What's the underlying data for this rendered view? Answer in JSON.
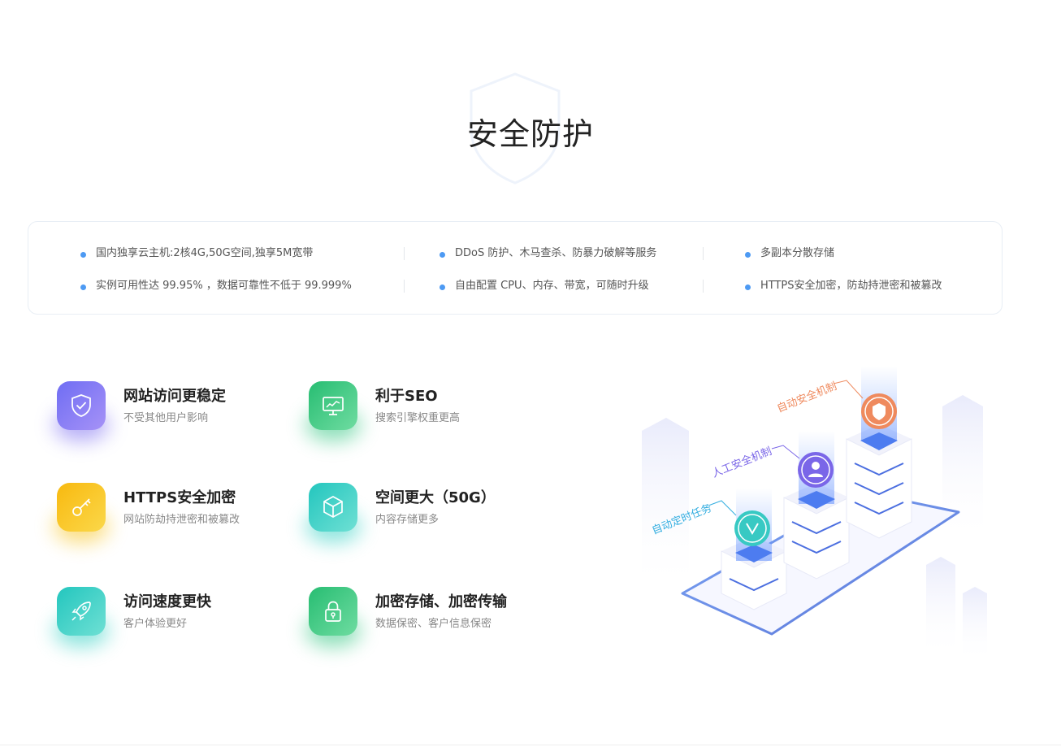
{
  "section": {
    "title": "安全防护"
  },
  "specs": [
    "国内独享云主机:2核4G,50G空间,独享5M宽带",
    "DDoS 防护、木马查杀、防暴力破解等服务",
    "多副本分散存储",
    "实例可用性达 99.95% ，数据可靠性不低于 99.999%",
    "自由配置 CPU、内存、带宽，可随时升级",
    "HTTPS安全加密，防劫持泄密和被篡改"
  ],
  "features": [
    {
      "title": "网站访问更稳定",
      "desc": "不受其他用户影响",
      "icon": "shield-check-icon",
      "color": "#7b6cf0"
    },
    {
      "title": "利于SEO",
      "desc": "搜索引擎权重更高",
      "icon": "monitor-chart-icon",
      "color": "#2dc47e"
    },
    {
      "title": "HTTPS安全加密",
      "desc": "网站防劫持泄密和被篡改",
      "icon": "key-icon",
      "color": "#f7c21a"
    },
    {
      "title": "空间更大（50G）",
      "desc": "内容存储更多",
      "icon": "cube-icon",
      "color": "#2fcfc2"
    },
    {
      "title": "访问速度更快",
      "desc": "客户体验更好",
      "icon": "rocket-icon",
      "color": "#2fcfc2"
    },
    {
      "title": "加密存储、加密传输",
      "desc": "数据保密、客户信息保密",
      "icon": "lock-icon",
      "color": "#2dc47e"
    }
  ],
  "illustration": {
    "labels": {
      "auto_security": "自动安全机制",
      "manual_security": "人工安全机制",
      "scheduled_task": "自动定时任务"
    },
    "colors": {
      "auto_security": "#ef8a5e",
      "manual_security": "#7a66e8",
      "scheduled_task": "#34aee0"
    }
  }
}
